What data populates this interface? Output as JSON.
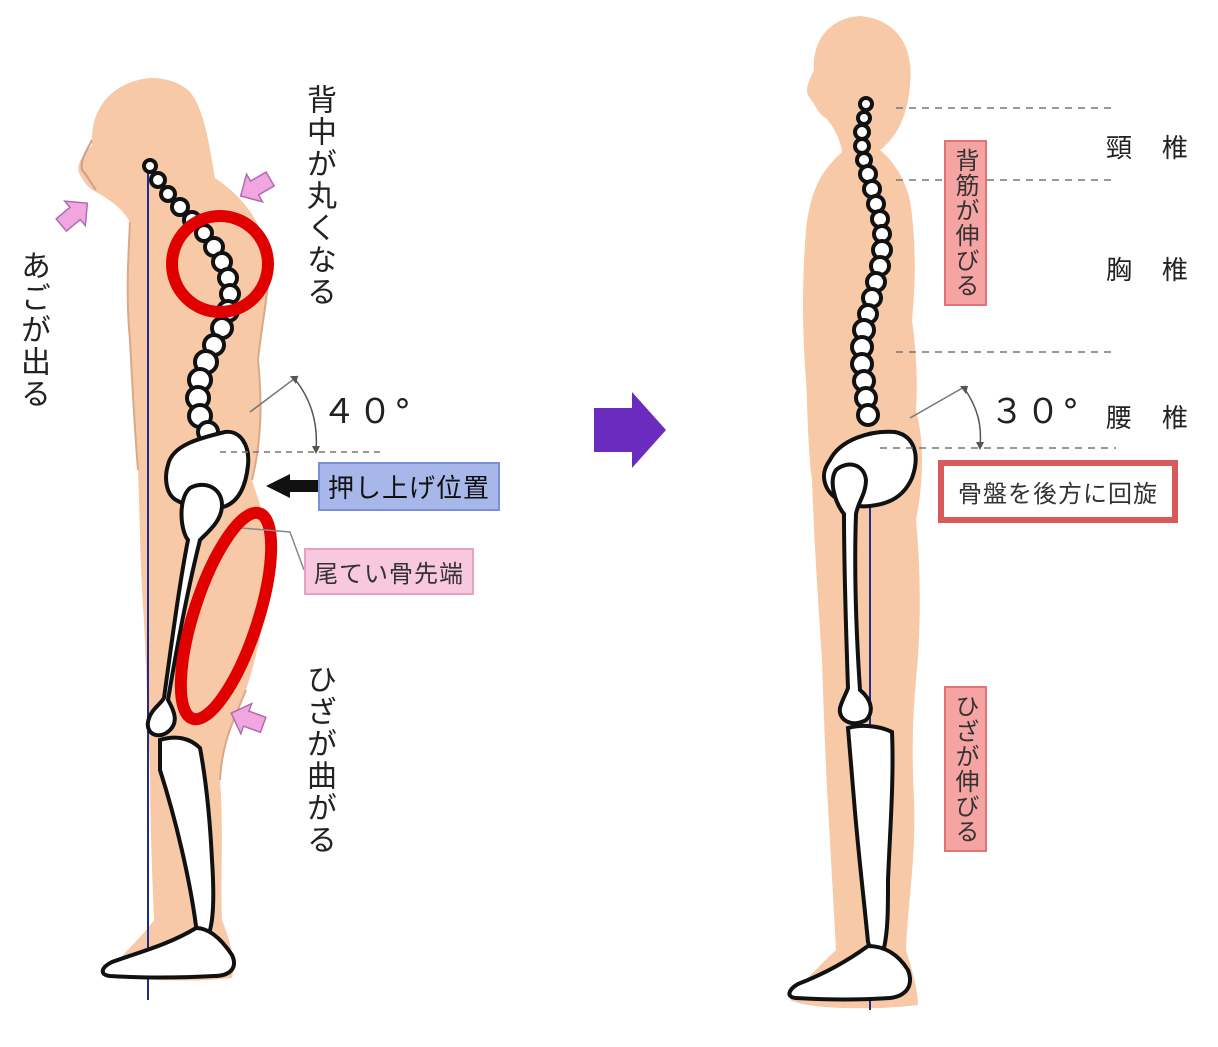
{
  "left_figure": {
    "labels": {
      "back_rounds": "背中が丸くなる",
      "chin_out": "あごが出る",
      "knee_bends": "ひざが曲がる",
      "angle": "４０°",
      "push_position": "押し上げ位置",
      "coccyx_tip": "尾てい骨先端"
    }
  },
  "right_figure": {
    "labels": {
      "back_muscles_stretch": "背筋が伸びる",
      "knee_stretch": "ひざが伸びる",
      "cervical": "頸　椎",
      "thoracic": "胸　椎",
      "lumbar": "腰　椎",
      "angle": "３０°",
      "pelvis_rotate": "骨盤を後方に回旋"
    }
  },
  "colors": {
    "skin": "#f7c9a6",
    "outline": "#111111",
    "axis_line": "#1f2c8a",
    "highlight_red": "#e00000",
    "arrow_pink": "#f2a6e0",
    "transition_arrow": "#6a2bbf"
  }
}
